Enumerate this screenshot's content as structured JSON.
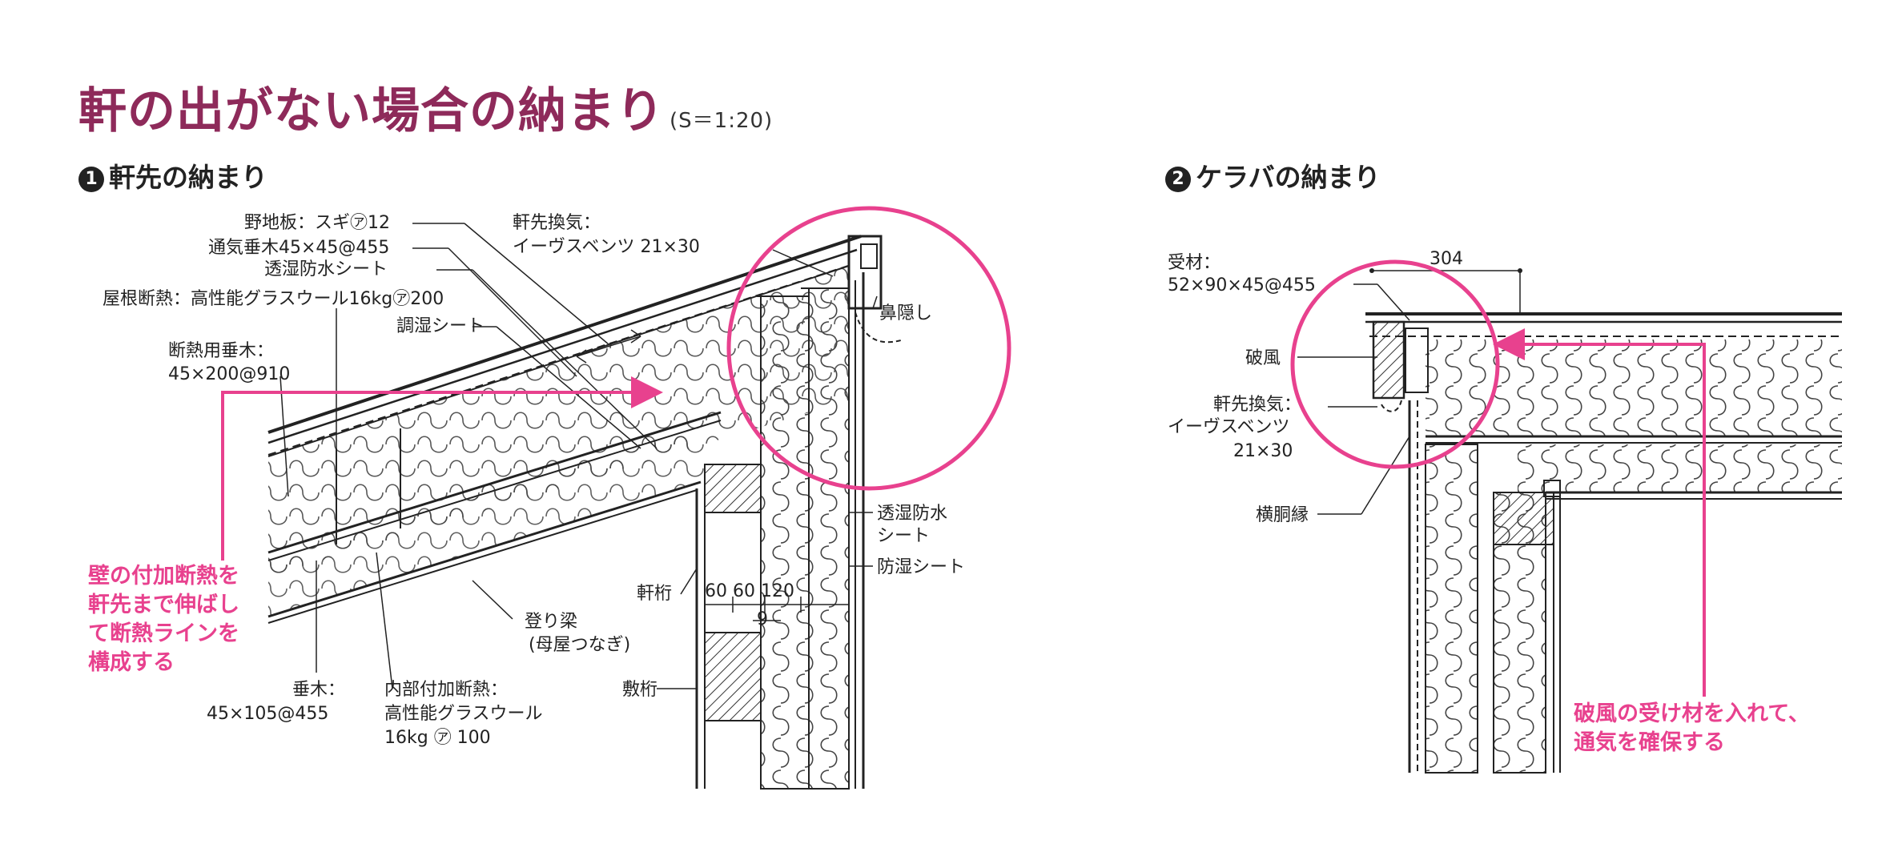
{
  "title": "軒の出がない場合の納まり",
  "scale": "(S＝1:20)",
  "section1": {
    "num": "1",
    "heading": "軒先の納まり",
    "labels": {
      "noji": "野地板：スギ㋐12",
      "tsuki": "通気垂木45×45@455",
      "toushitsu_roof": "透湿防水シート",
      "yanedan": "屋根断熱：高性能グラスウール16kg㋐200",
      "choushitsu": "調湿シート",
      "dannetsu_taruki1": "断熱用垂木：",
      "dannetsu_taruki2": "45×200@910",
      "nokisaki_kanki1": "軒先換気：",
      "nokisaki_kanki2": "イーヴスベンツ 21×30",
      "hanakakushi": "鼻隠し",
      "toushitsu_wall1": "透湿防水",
      "toushitsu_wall2": "シート",
      "boushitsu": "防湿シート",
      "nokigeta": "軒桁",
      "dims": "60 60 120",
      "dim9": "9",
      "nobori1": "登り梁",
      "nobori2": "(母屋つなぎ)",
      "shikigeta": "敷桁",
      "taruki1": "垂木：",
      "taruki2": "45×105@455",
      "naibu1": "内部付加断熱：",
      "naibu2": "高性能グラスウール",
      "naibu3": "16kg ㋐ 100"
    },
    "note": [
      "壁の付加断熱を",
      "軒先まで伸ばし",
      "て断熱ラインを",
      "構成する"
    ]
  },
  "section2": {
    "num": "2",
    "heading": "ケラバの納まり",
    "labels": {
      "ukezai1": "受材：",
      "ukezai2": "52×90×45@455",
      "dim304": "304",
      "hafu": "破風",
      "kanki1": "軒先換気：",
      "kanki2": "イーヴスベンツ",
      "kanki3": "21×30",
      "yokodou": "横胴縁"
    },
    "note": [
      "破風の受け材を入れて、",
      "通気を確保する"
    ]
  },
  "colors": {
    "title": "#8e2a5a",
    "accent": "#e8418e",
    "ink": "#222222"
  }
}
